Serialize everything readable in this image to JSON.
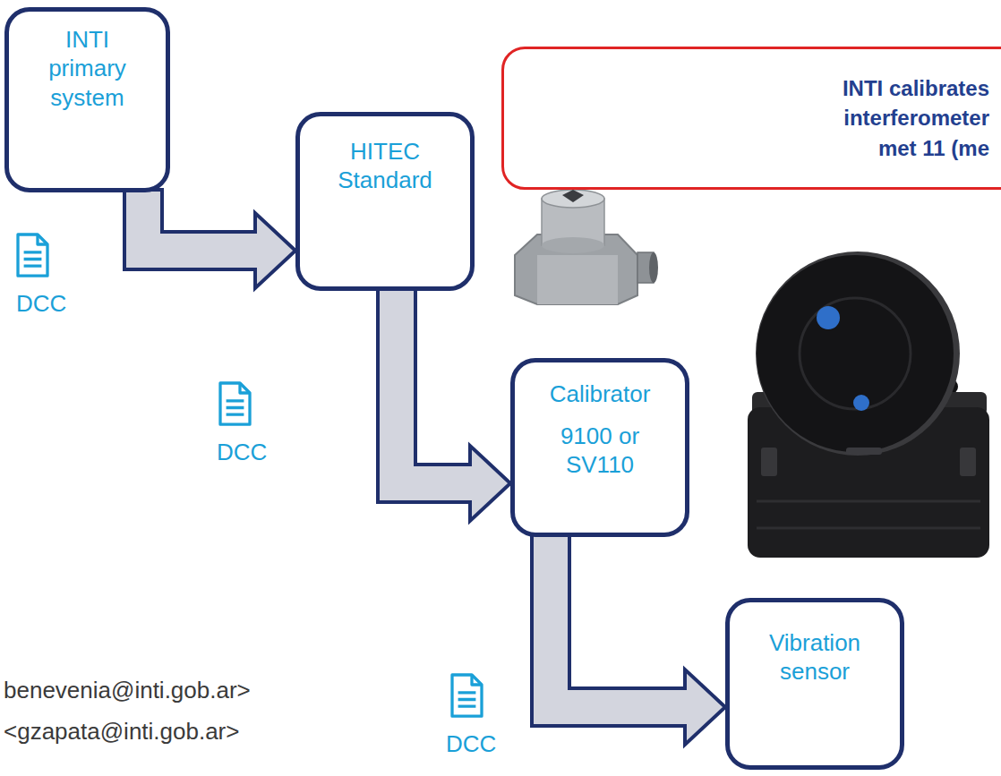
{
  "diagram": {
    "nodes": [
      {
        "text": [
          "INTI primary system"
        ]
      },
      {
        "text": [
          "HITEC Standard"
        ]
      },
      {
        "text": [
          "Calibrator",
          "9100 or SV110"
        ]
      },
      {
        "text": [
          "Vibration sensor"
        ]
      },
      {
        "text": [
          "INTI calibrates interferometer met 11 (me"
        ]
      }
    ],
    "edges": [
      {
        "from": 0,
        "to": 1,
        "arrow": "to"
      },
      {
        "from": 1,
        "to": 2,
        "arrow": "to"
      },
      {
        "from": 2,
        "to": 3,
        "arrow": "to"
      }
    ],
    "labels": [
      "DCC",
      "DCC",
      "DCC",
      "benevenia@inti.gob.ar>",
      "<gzapata@inti.gob.ar>"
    ]
  }
}
